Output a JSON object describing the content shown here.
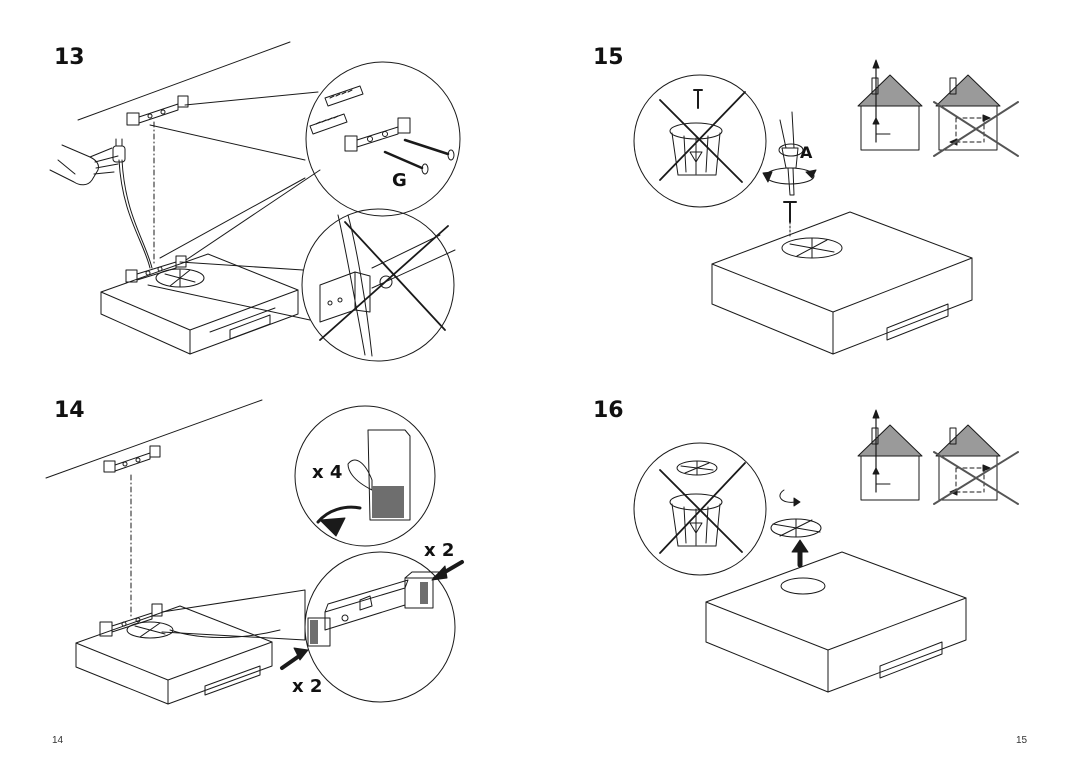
{
  "steps": [
    {
      "number": "13",
      "label_g": "G"
    },
    {
      "number": "14",
      "label_x4": "x 4",
      "label_x2_top": "x 2",
      "label_x2_bottom": "x 2"
    },
    {
      "number": "15",
      "label_a": "A"
    },
    {
      "number": "16"
    }
  ],
  "pages": {
    "left": "14",
    "right": "15"
  },
  "colors": {
    "line": "#1a1a1a",
    "cross": "#222222",
    "roof": "#9a9a9a",
    "pad": "#6e6e6e"
  },
  "icons": [
    "hand-icon",
    "plug-icon",
    "wall-plug-icon",
    "screw-icon",
    "bracket-icon",
    "screwdriver-icon",
    "rotate-arrow-icon",
    "house-icon",
    "filter-bin-icon",
    "carbon-filter-icon",
    "adhesive-pad-icon",
    "cross-out-icon"
  ]
}
